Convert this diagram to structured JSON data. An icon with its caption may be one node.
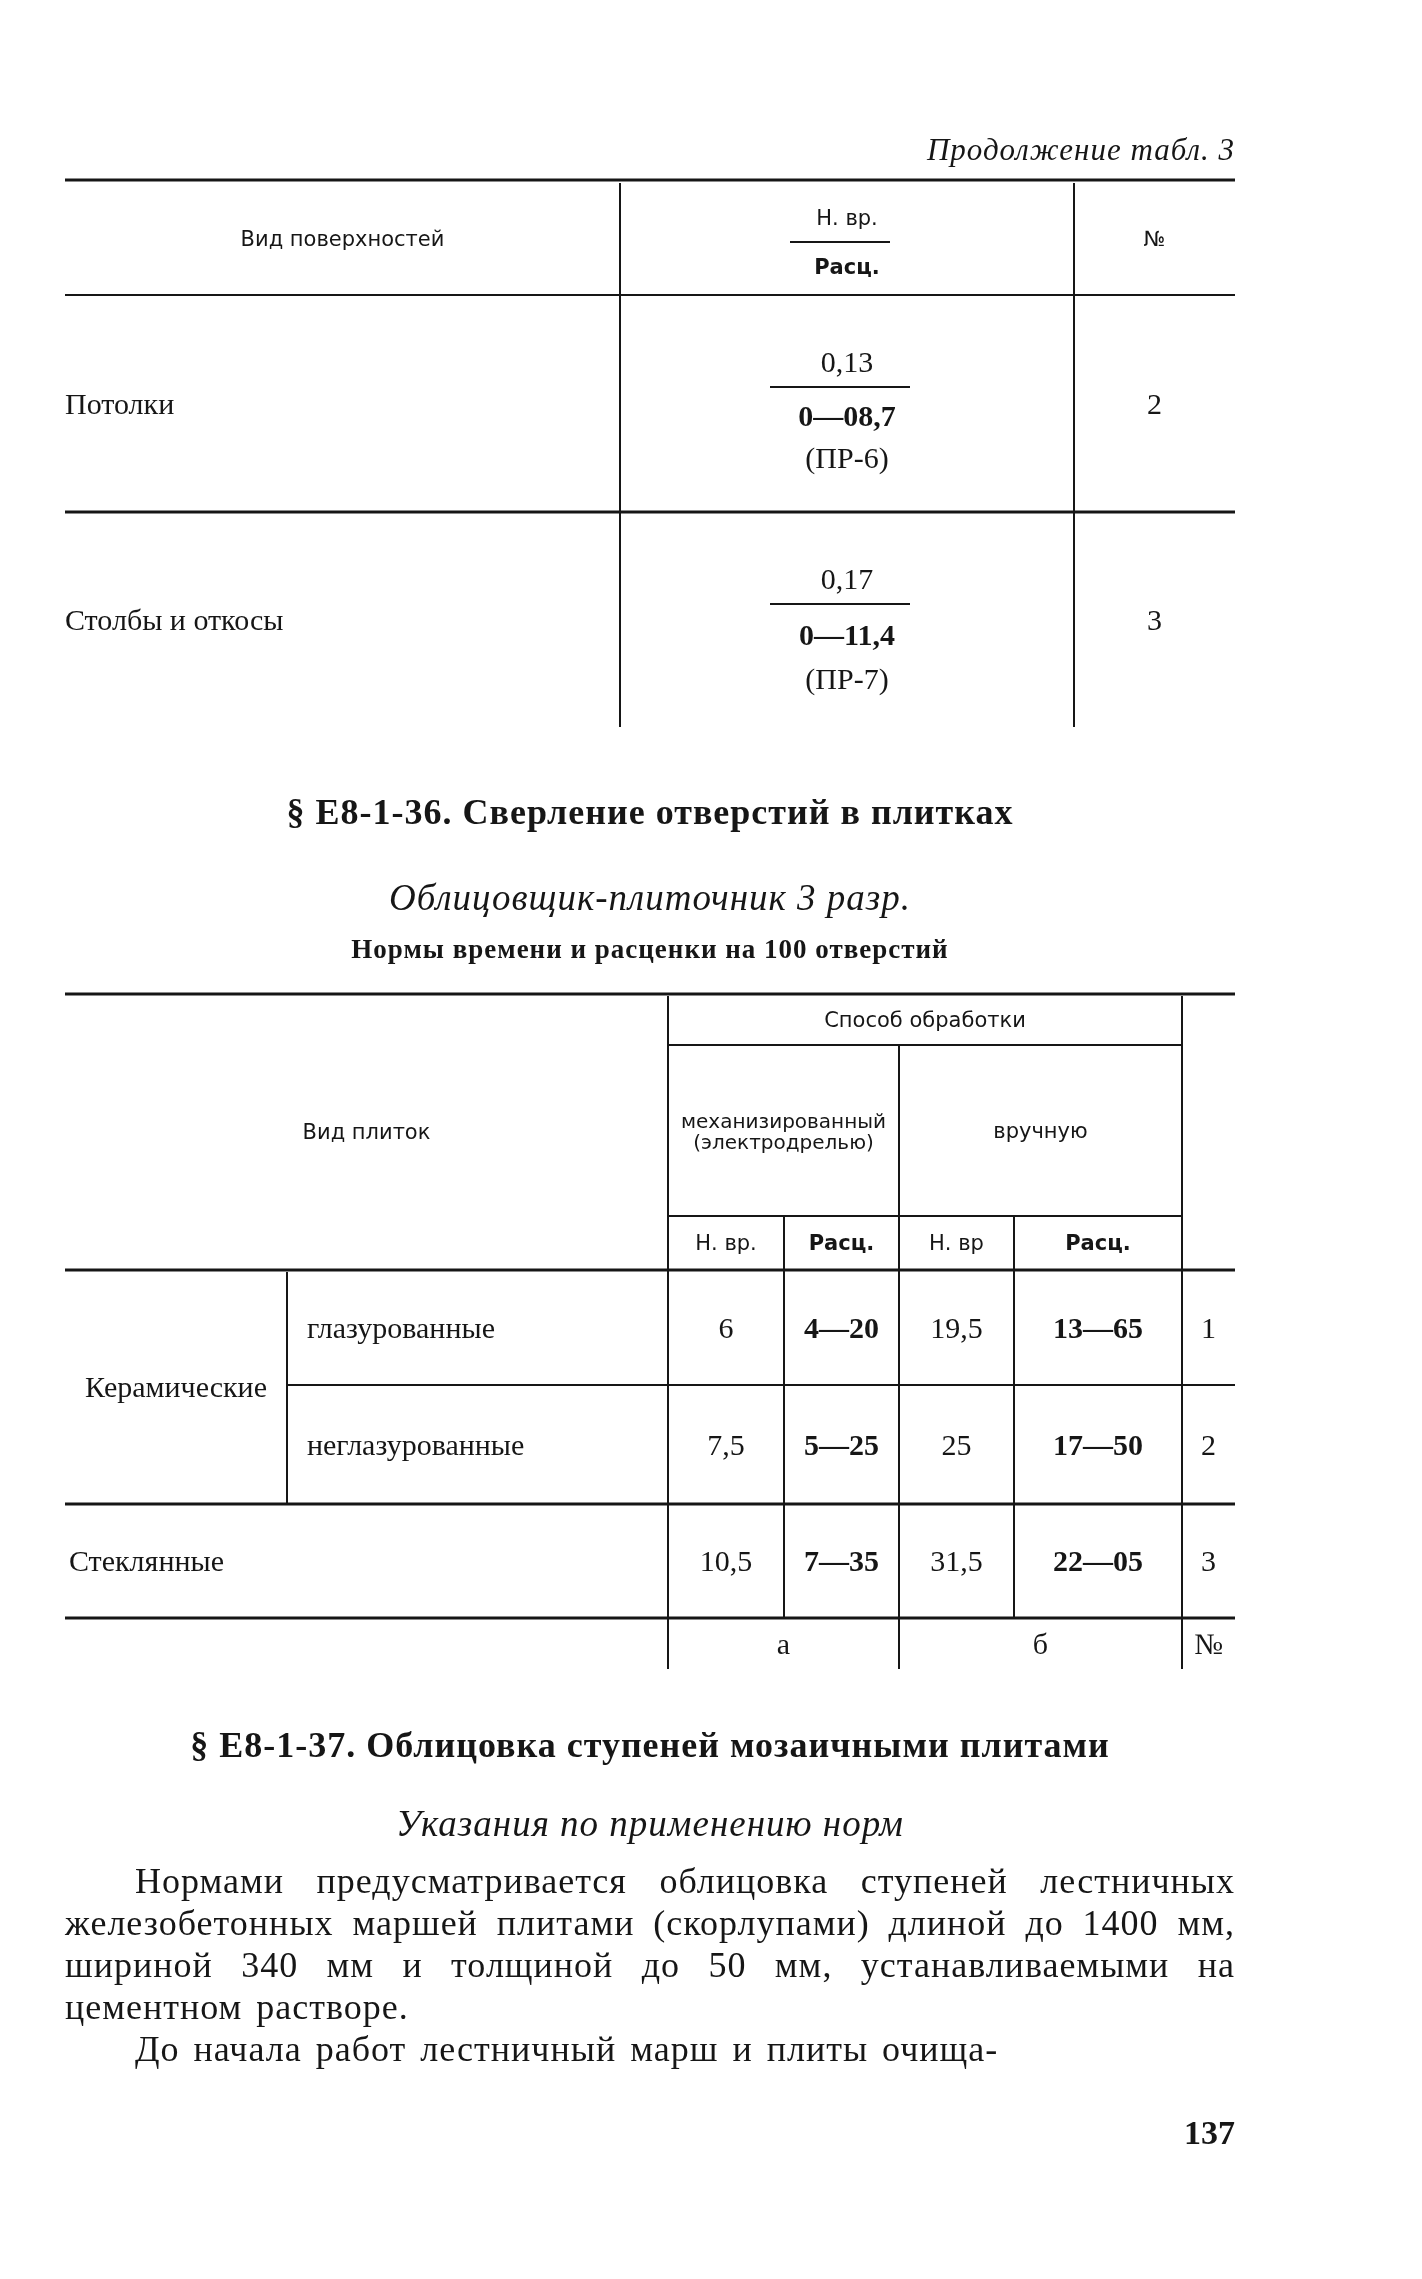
{
  "diagram": {
    "labels": [
      "Продолжение табл. 3",
      "Вид поверхностей",
      "Н. вр.",
      "Расц.",
      "№",
      "Потолки",
      "0,13",
      "0—08,7",
      "(ПР-6)",
      "2",
      "Столбы и откосы",
      "0,17",
      "0—11,4",
      "(ПР-7)",
      "3",
      "§ Е8-1-36. Сверление отверстий в плитках",
      "Облицовщик-плиточник 3 разр.",
      "Нормы времени и расценки на 100 отверстий",
      "Вид плиток",
      "Способ обработки",
      "механизированный (электродрелью)",
      "вручную",
      "Н. вр.",
      "Расц.",
      "Н. вр",
      "Расц.",
      "Керамические",
      "глазурованные",
      "6",
      "4—20",
      "19,5",
      "13—65",
      "1",
      "неглазурованные",
      "7,5",
      "5—25",
      "25",
      "17—50",
      "2",
      "Стеклянные",
      "10,5",
      "7—35",
      "31,5",
      "22—05",
      "3",
      "а",
      "б",
      "№",
      "§ Е8-1-37. Облицовка ступеней мозаичными плитами",
      "Указания по применению норм",
      "Нормами предусматривается облицовка ступеней лестничных железобетонных маршей плитами (скорлупами) длиной до 1400 мм, шириной 340 мм и толщиной до 50 мм, устанавливаемыми на цементном растворе.",
      "До начала работ лестничный марш и плиты очища-",
      "137"
    ]
  }
}
